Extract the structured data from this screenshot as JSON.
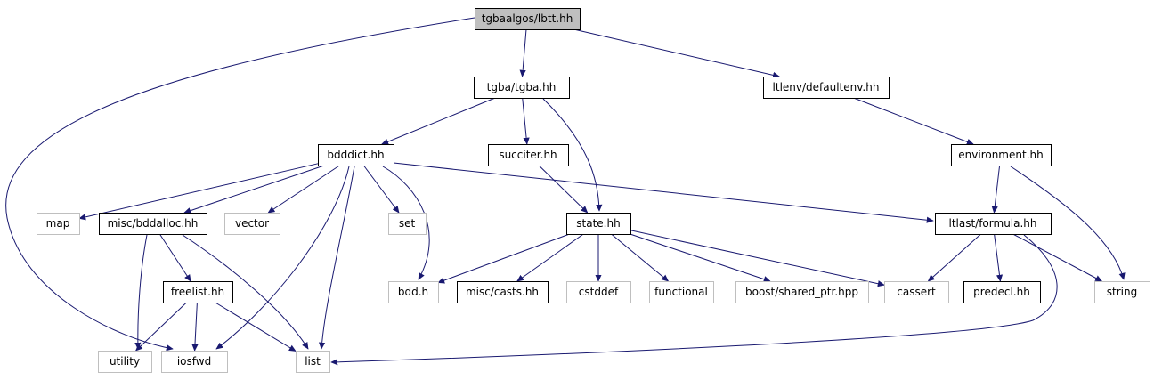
{
  "diagram": {
    "colors": {
      "edge": "#191970",
      "root_fill": "#bfbfbf",
      "local_border": "#000000",
      "external_border": "#bfbfbf",
      "label": "#000000"
    },
    "nodes": [
      {
        "id": "n0",
        "label": "tgbaalgos/lbtt.hh",
        "kind": "root"
      },
      {
        "id": "n1",
        "label": "iosfwd",
        "kind": "external"
      },
      {
        "id": "n2",
        "label": "tgba/tgba.hh",
        "kind": "local"
      },
      {
        "id": "n3",
        "label": "ltlenv/defaultenv.hh",
        "kind": "local"
      },
      {
        "id": "n4",
        "label": "bdddict.hh",
        "kind": "local"
      },
      {
        "id": "n5",
        "label": "succiter.hh",
        "kind": "local"
      },
      {
        "id": "n6",
        "label": "environment.hh",
        "kind": "local"
      },
      {
        "id": "n7",
        "label": "map",
        "kind": "external"
      },
      {
        "id": "n8",
        "label": "misc/bddalloc.hh",
        "kind": "local"
      },
      {
        "id": "n9",
        "label": "vector",
        "kind": "external"
      },
      {
        "id": "n10",
        "label": "set",
        "kind": "external"
      },
      {
        "id": "n11",
        "label": "state.hh",
        "kind": "local"
      },
      {
        "id": "n12",
        "label": "ltlast/formula.hh",
        "kind": "local"
      },
      {
        "id": "n13",
        "label": "freelist.hh",
        "kind": "local"
      },
      {
        "id": "n14",
        "label": "bdd.h",
        "kind": "external"
      },
      {
        "id": "n15",
        "label": "misc/casts.hh",
        "kind": "local"
      },
      {
        "id": "n16",
        "label": "cstddef",
        "kind": "external"
      },
      {
        "id": "n17",
        "label": "functional",
        "kind": "external"
      },
      {
        "id": "n18",
        "label": "boost/shared_ptr.hpp",
        "kind": "external"
      },
      {
        "id": "n19",
        "label": "cassert",
        "kind": "external"
      },
      {
        "id": "n20",
        "label": "predecl.hh",
        "kind": "local"
      },
      {
        "id": "n21",
        "label": "string",
        "kind": "external"
      },
      {
        "id": "n22",
        "label": "utility",
        "kind": "external"
      },
      {
        "id": "n23",
        "label": "list",
        "kind": "external"
      }
    ],
    "edges": [
      {
        "from": "n0",
        "to": "n1"
      },
      {
        "from": "n0",
        "to": "n2"
      },
      {
        "from": "n0",
        "to": "n3"
      },
      {
        "from": "n2",
        "to": "n4"
      },
      {
        "from": "n2",
        "to": "n5"
      },
      {
        "from": "n2",
        "to": "n11"
      },
      {
        "from": "n3",
        "to": "n6"
      },
      {
        "from": "n4",
        "to": "n7"
      },
      {
        "from": "n4",
        "to": "n8"
      },
      {
        "from": "n4",
        "to": "n9"
      },
      {
        "from": "n4",
        "to": "n10"
      },
      {
        "from": "n4",
        "to": "n14"
      },
      {
        "from": "n4",
        "to": "n1"
      },
      {
        "from": "n4",
        "to": "n23"
      },
      {
        "from": "n4",
        "to": "n12"
      },
      {
        "from": "n5",
        "to": "n11"
      },
      {
        "from": "n6",
        "to": "n12"
      },
      {
        "from": "n6",
        "to": "n21"
      },
      {
        "from": "n8",
        "to": "n13"
      },
      {
        "from": "n8",
        "to": "n22"
      },
      {
        "from": "n8",
        "to": "n23"
      },
      {
        "from": "n11",
        "to": "n14"
      },
      {
        "from": "n11",
        "to": "n15"
      },
      {
        "from": "n11",
        "to": "n16"
      },
      {
        "from": "n11",
        "to": "n17"
      },
      {
        "from": "n11",
        "to": "n18"
      },
      {
        "from": "n11",
        "to": "n19"
      },
      {
        "from": "n12",
        "to": "n19"
      },
      {
        "from": "n12",
        "to": "n20"
      },
      {
        "from": "n12",
        "to": "n21"
      },
      {
        "from": "n12",
        "to": "n23"
      },
      {
        "from": "n13",
        "to": "n22"
      },
      {
        "from": "n13",
        "to": "n1"
      },
      {
        "from": "n13",
        "to": "n23"
      }
    ]
  }
}
